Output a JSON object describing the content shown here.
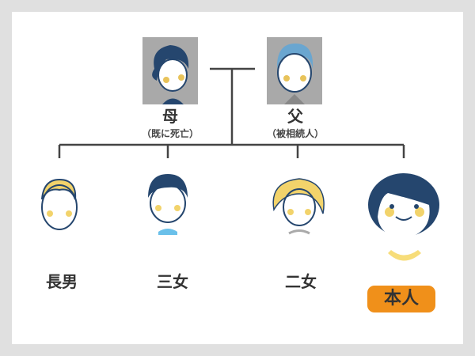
{
  "parents": {
    "mother": {
      "label": "母",
      "note": "（既に死亡）"
    },
    "father": {
      "label": "父",
      "note": "（被相続人）"
    }
  },
  "children": [
    {
      "label": "長男"
    },
    {
      "label": "三女"
    },
    {
      "label": "二女"
    },
    {
      "label": "本人"
    }
  ],
  "colors": {
    "background": "#e0e0e0",
    "line": "#444444",
    "badge": "#f0901a",
    "hair_navy": "#25466e",
    "cheek": "#f2d36b"
  }
}
